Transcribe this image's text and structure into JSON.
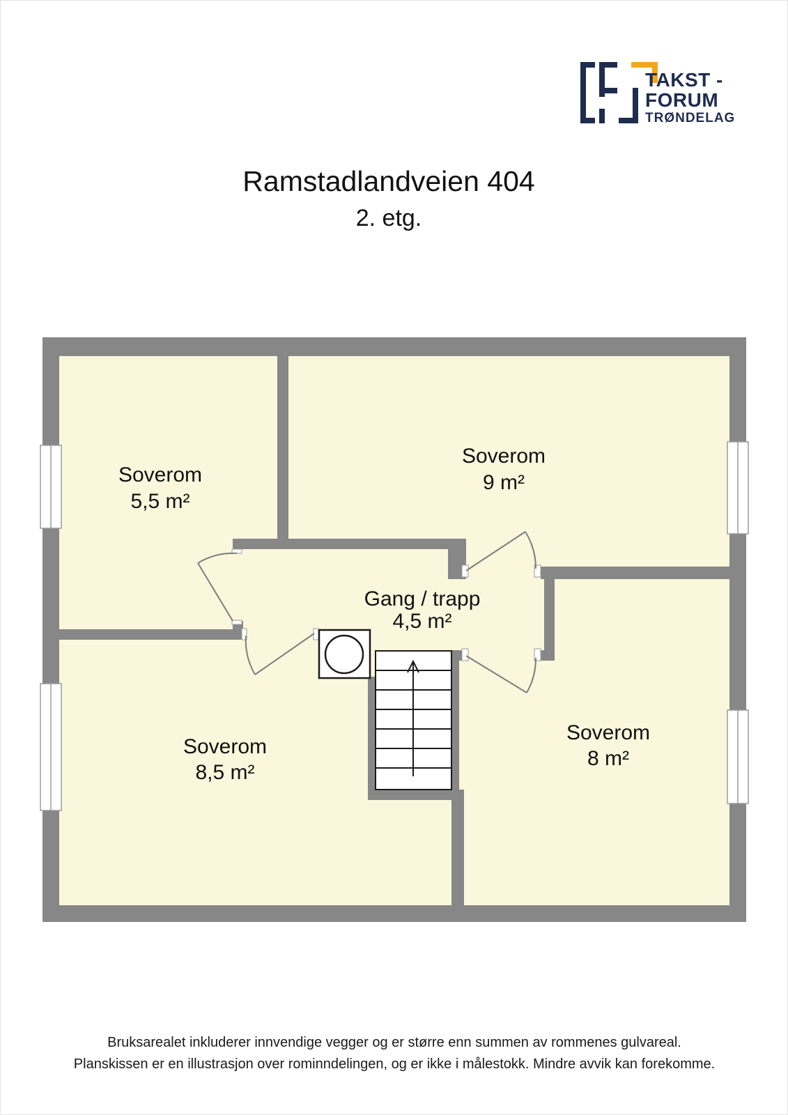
{
  "header": {
    "title": "Ramstadlandveien 404",
    "subtitle": "2. etg."
  },
  "logo": {
    "line1": "TAKST -",
    "line2": "FORUM",
    "line3": "TRØNDELAG",
    "navy": "#1E2C4E",
    "yellow": "#F2A71B"
  },
  "floorplan": {
    "wall_color": "#878787",
    "room_fill": "#FAF7DC",
    "rooms": [
      {
        "name": "Soverom",
        "area": "5,5 m²"
      },
      {
        "name": "Soverom",
        "area": "9 m²"
      },
      {
        "name": "Gang / trapp",
        "area": "4,5 m²"
      },
      {
        "name": "Soverom",
        "area": "8,5 m²"
      },
      {
        "name": "Soverom",
        "area": "8 m²"
      }
    ]
  },
  "footer": {
    "line1": "Bruksarealet inkluderer innvendige vegger og er større enn summen av rommenes gulvareal.",
    "line2": "Planskissen er en illustrasjon over rominndelingen, og er ikke i målestokk. Mindre avvik kan forekomme."
  }
}
